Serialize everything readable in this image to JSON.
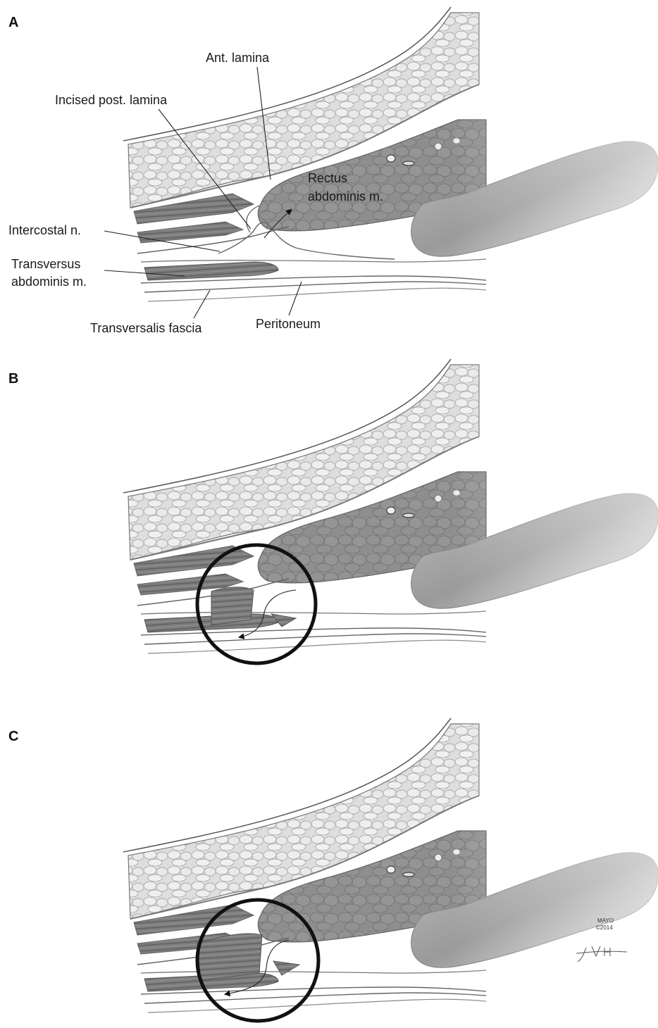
{
  "panels": [
    {
      "letter": "A",
      "labels": {
        "ant_lamina": "Ant. lamina",
        "incised_post_lamina": "Incised post. lamina",
        "rectus_line1": "Rectus",
        "rectus_line2": "abdominis m.",
        "intercostal": "Intercostal n.",
        "transversus_line1": "Transversus",
        "transversus_line2": "abdominis m.",
        "transversalis_fascia": "Transversalis fascia",
        "peritoneum": "Peritoneum"
      }
    },
    {
      "letter": "B"
    },
    {
      "letter": "C"
    }
  ],
  "credit": {
    "line1": "MAYO",
    "line2": "©2014",
    "signature": "JVH"
  },
  "colors": {
    "fat": "#d9d9d9",
    "rectus": "#8f8f8f",
    "finger": "#a8a8a8",
    "muscle": "#6e6e6e",
    "circle": "#111111"
  }
}
